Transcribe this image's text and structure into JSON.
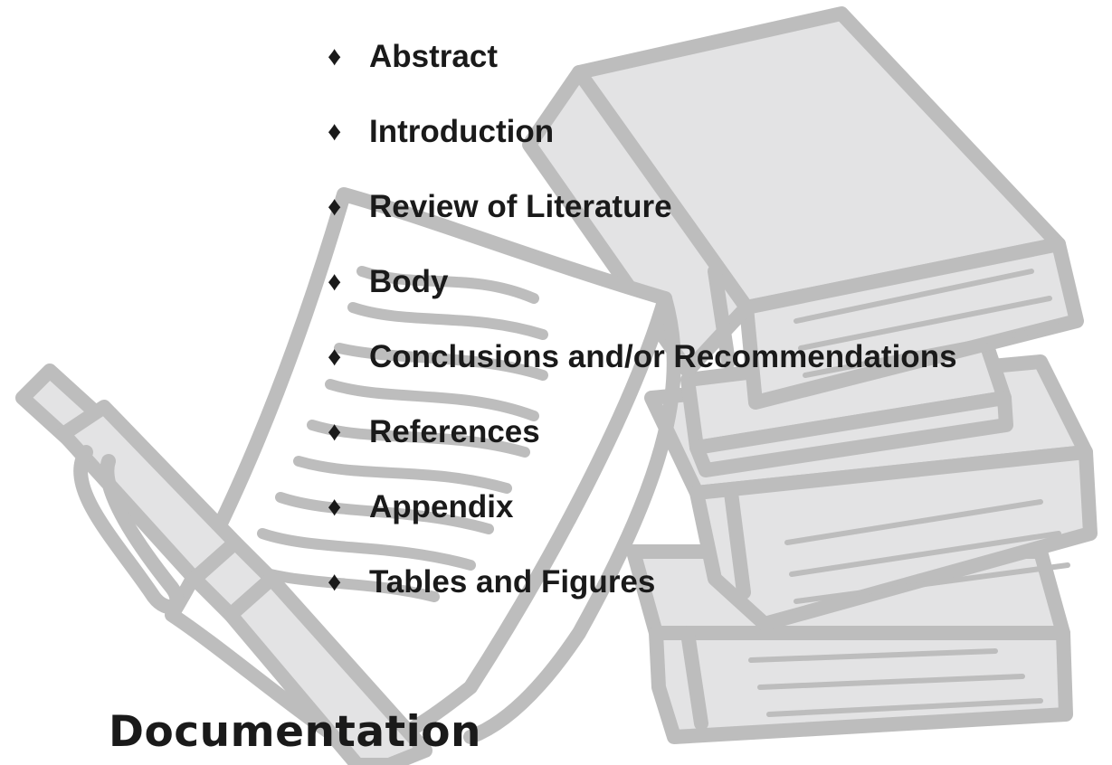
{
  "bullet_marker": "♦",
  "items": [
    {
      "label": "Abstract"
    },
    {
      "label": "Introduction"
    },
    {
      "label": "Review of Literature"
    },
    {
      "label": "Body"
    },
    {
      "label": "Conclusions and/or Recommendations"
    },
    {
      "label": "References"
    },
    {
      "label": "Appendix"
    },
    {
      "label": "Tables and Figures"
    }
  ],
  "section_title": "Documentation",
  "colors": {
    "outline": "#bdbdbd",
    "fill": "#e3e3e4",
    "paper": "#ffffff",
    "text": "#1a1a1a"
  },
  "illustration": {
    "icons": [
      "pen-icon",
      "paper-sheet-icon",
      "book-stack-icon"
    ]
  }
}
